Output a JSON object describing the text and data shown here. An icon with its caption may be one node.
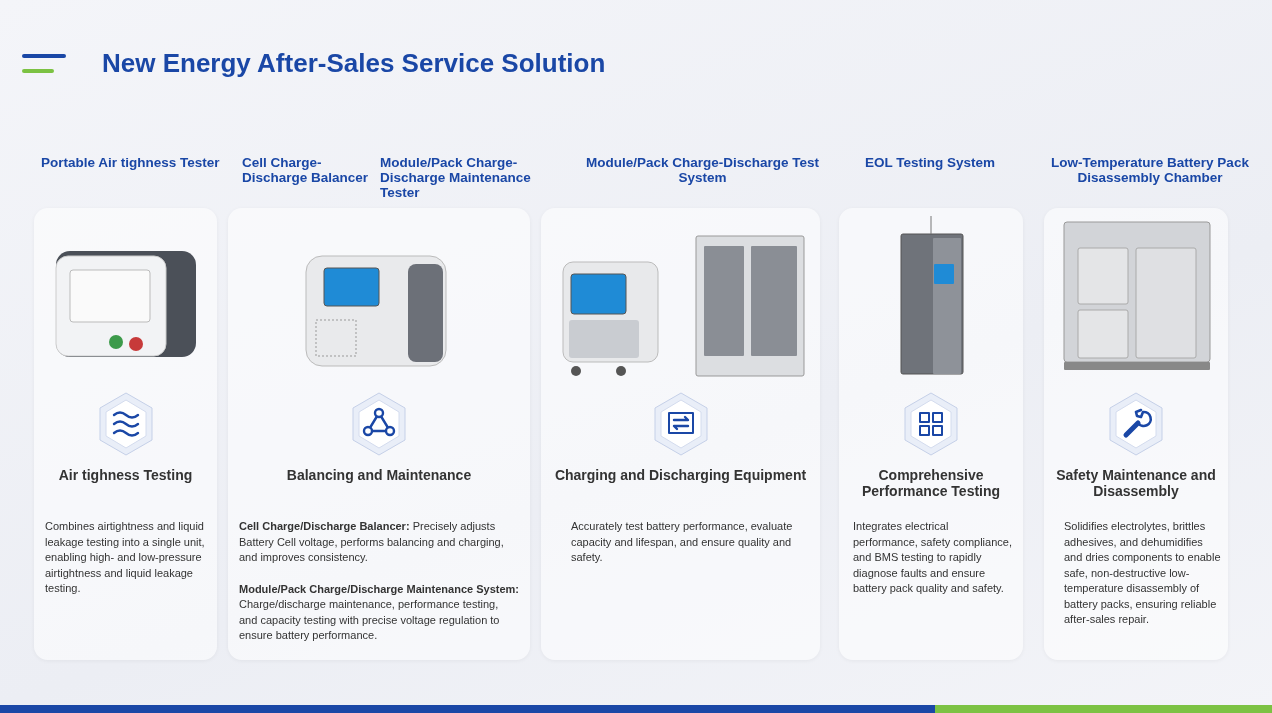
{
  "diagram": {
    "title": "New Energy After-Sales Service Solution",
    "nodes": [
      {
        "text": [
          "Air tighness Testing",
          "Combines airtightness and liquid leakage testing into a single unit, enabling high- and low-pressure airtightness and liquid leakage testing."
        ],
        "beside": [
          "Portable Air tighness Tester"
        ]
      },
      {
        "text": [
          "Balancing and Maintenance",
          "**Cell Charge/Discharge Balancer:** Precisely adjusts Battery Cell voltage, performs balancing and charging, and improves consistency.",
          "**Module/Pack Charge/Discharge Maintenance System:** Charge/discharge maintenance, performance testing, and capacity testing with precise voltage regulation to ensure battery performance."
        ],
        "beside": [
          "Cell Charge-Discharge Balancer",
          "Module/Pack Charge-Discharge Maintenance Tester"
        ]
      },
      {
        "text": [
          "Charging and Discharging Equipment",
          "Accurately test battery performance, evaluate capacity and lifespan, and ensure quality and safety."
        ],
        "beside": [
          "Module/Pack Charge-Discharge Test System"
        ]
      },
      {
        "text": [
          "Comprehensive Performance Testing",
          "Integrates electrical performance, safety compliance, and BMS testing to rapidly diagnose faults and ensure battery pack quality and safety."
        ],
        "beside": [
          "EOL Testing System"
        ]
      },
      {
        "text": [
          "Safety Maintenance and Disassembly",
          "Solidifies electrolytes, brittles adhesives, and dehumidifies and dries components to enable safe, non-destructive low-temperature disassembly of battery packs, ensuring reliable after-sales repair."
        ],
        "beside": [
          "Low-Temperature Battery Pack Disassembly Chamber"
        ]
      }
    ]
  }
}
